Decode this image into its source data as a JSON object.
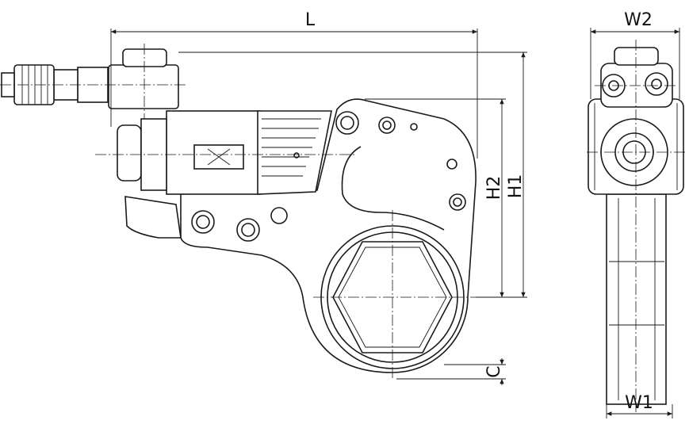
{
  "dimensions": {
    "length": "L",
    "width_top": "W2",
    "width_bottom": "W1",
    "height_1": "H1",
    "height_2": "H2",
    "clearance": "C"
  }
}
